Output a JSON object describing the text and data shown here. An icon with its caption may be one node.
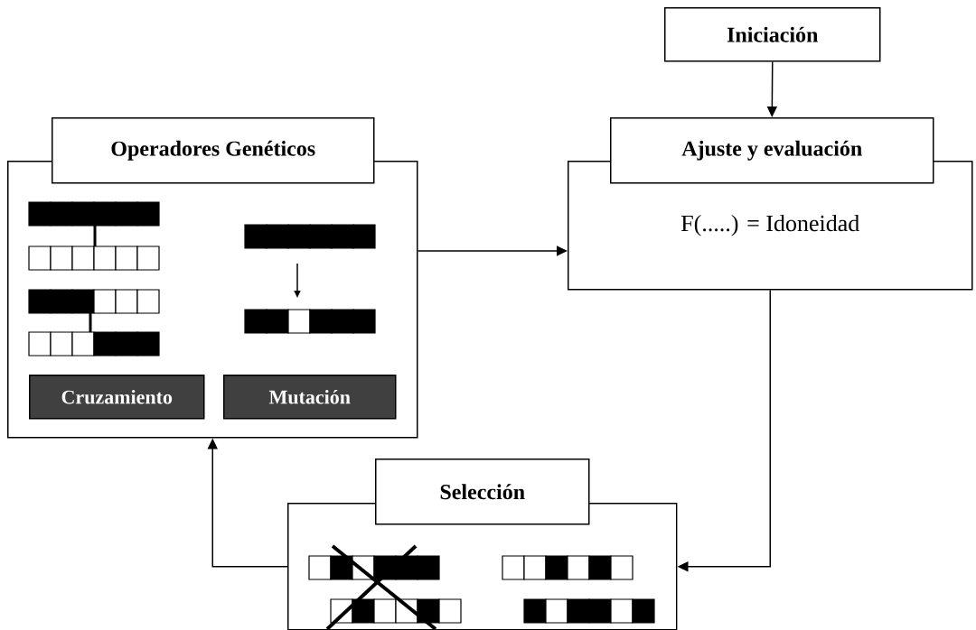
{
  "diagram": {
    "nodes": [
      {
        "text": [
          "Iniciación"
        ]
      },
      {
        "text": [
          "Ajuste y evaluación",
          "F(.....) = Idoneidad"
        ]
      },
      {
        "text": [
          "Operadores Genéticos"
        ]
      },
      {
        "text": [
          "Cruzamiento"
        ],
        "in": 2
      },
      {
        "text": [
          "Mutación"
        ],
        "in": 2
      },
      {
        "text": [
          "Selección"
        ]
      }
    ],
    "edges": [
      {
        "from": 0,
        "to": 1,
        "arrow": "to"
      },
      {
        "from": 2,
        "to": 1,
        "arrow": "to"
      },
      {
        "from": 1,
        "to": 5,
        "arrow": "to"
      },
      {
        "from": 5,
        "to": 2,
        "arrow": "to"
      }
    ]
  }
}
